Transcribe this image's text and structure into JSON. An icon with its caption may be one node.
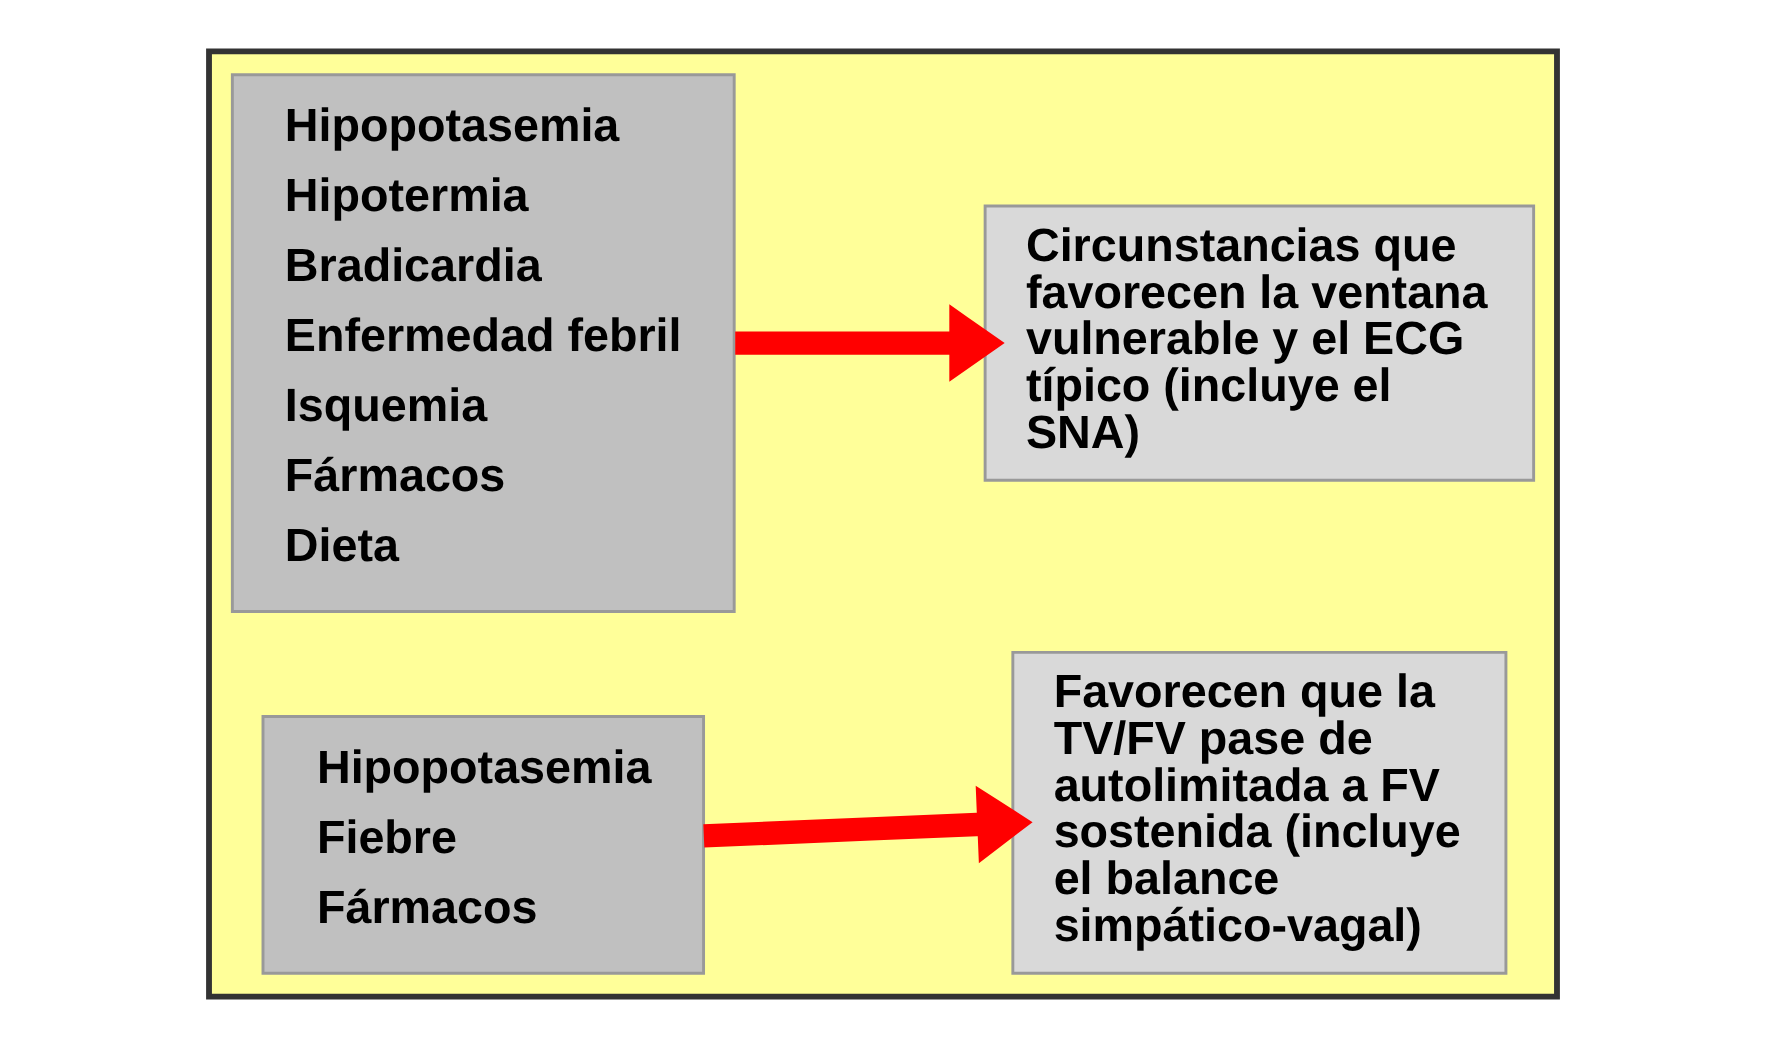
{
  "diagram": {
    "nodes": [
      {
        "text": [],
        "shape": "box"
      },
      {
        "text": [
          "Hipopotasemia",
          "Hipotermia",
          "Bradicardia",
          "Enfermedad febril",
          "Isquemia",
          "Fármacos",
          "Dieta"
        ],
        "in": 0
      },
      {
        "text": [
          "Circunstancias que favorecen la ventana vulnerable y el ECG típico (incluye el SNA)"
        ],
        "in": 0
      },
      {
        "text": [
          "Hipopotasemia",
          "Fiebre",
          "Fármacos"
        ],
        "in": 0
      },
      {
        "text": [
          "Favorecen que la TV/FV pase de autolimitada a FV sostenida (incluye el balance simpático-vagal)"
        ],
        "in": 0
      }
    ],
    "edges": [
      {
        "from": 1,
        "to": 2,
        "arrow": "to",
        "color": "#ff0000"
      },
      {
        "from": 3,
        "to": 4,
        "arrow": "to",
        "color": "#ff0000"
      }
    ]
  }
}
